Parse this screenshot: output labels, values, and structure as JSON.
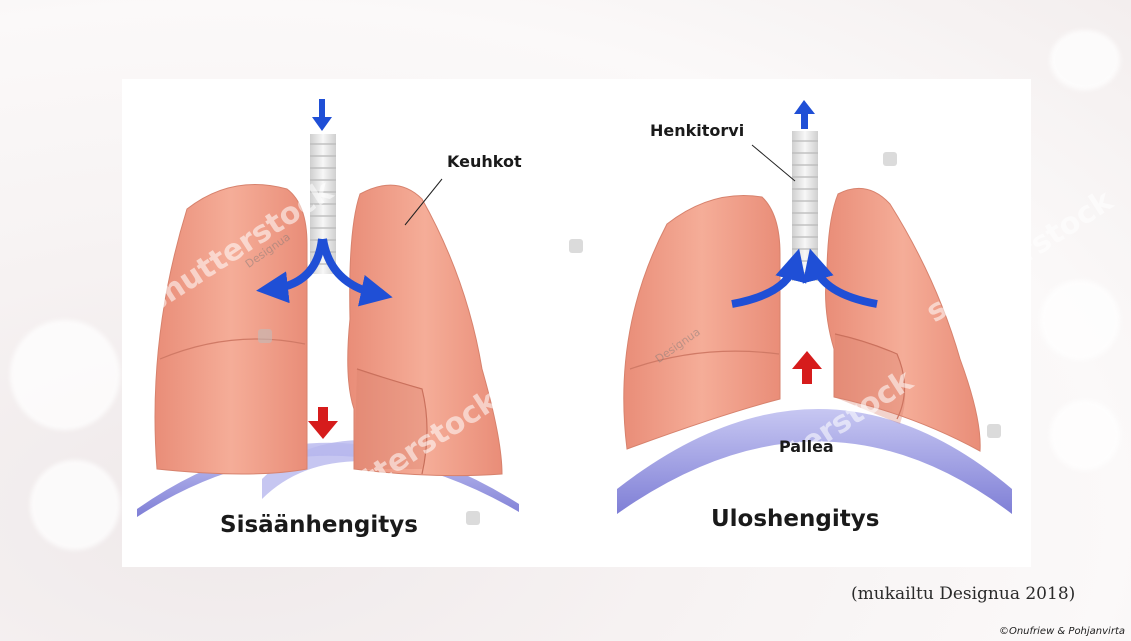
{
  "diagram": {
    "labels": {
      "lungs": "Keuhkot",
      "trachea": "Henkitorvi",
      "diaphragm": "Pallea"
    },
    "panels": [
      {
        "title": "Sisäänhengitys",
        "airflow": "in",
        "diaphragm_motion": "down"
      },
      {
        "title": "Uloshengitys",
        "airflow": "out",
        "diaphragm_motion": "up"
      }
    ],
    "watermark": {
      "stock": "shutterstock",
      "author": "Designua"
    },
    "colors": {
      "lung": "#f1a48f",
      "lung_shadow": "#d9806c",
      "diaphragm": "#8c8cde",
      "air_arrow": "#1f4fd6",
      "motion_arrow": "#d61c1c",
      "trachea": "#e6e6e6"
    }
  },
  "caption": "(mukailtu Designua 2018)",
  "copyright": "©Onufriew & Pohjanvirta"
}
